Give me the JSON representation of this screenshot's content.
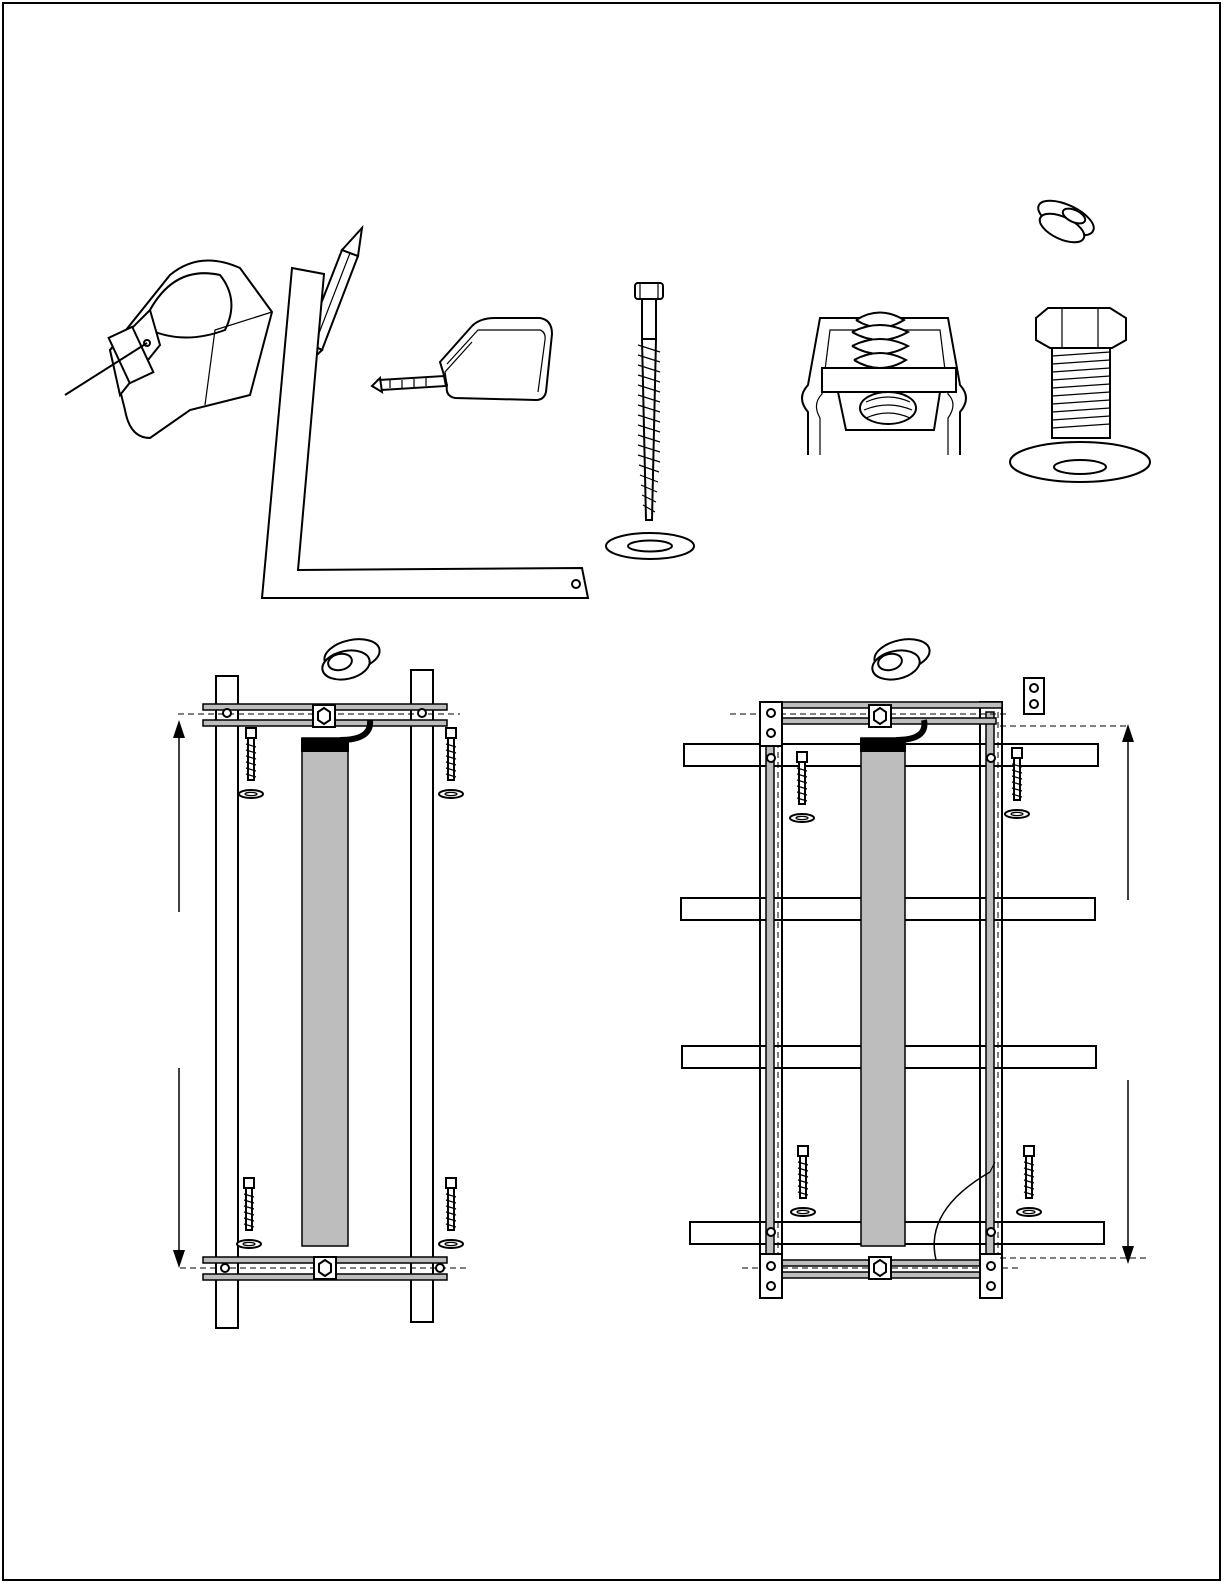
{
  "figure": {
    "tools_row": [
      "stud-finder",
      "pencil",
      "tape-measure",
      "lag-screw",
      "channel-nut",
      "bolt-and-washer",
      "grommet"
    ],
    "bottom_diagrams": [
      "stud-mounted-struts",
      "frame-mounted-struts"
    ],
    "colors": {
      "cylinder": "#bdbdbd",
      "line": "#000000",
      "background": "#ffffff"
    }
  }
}
